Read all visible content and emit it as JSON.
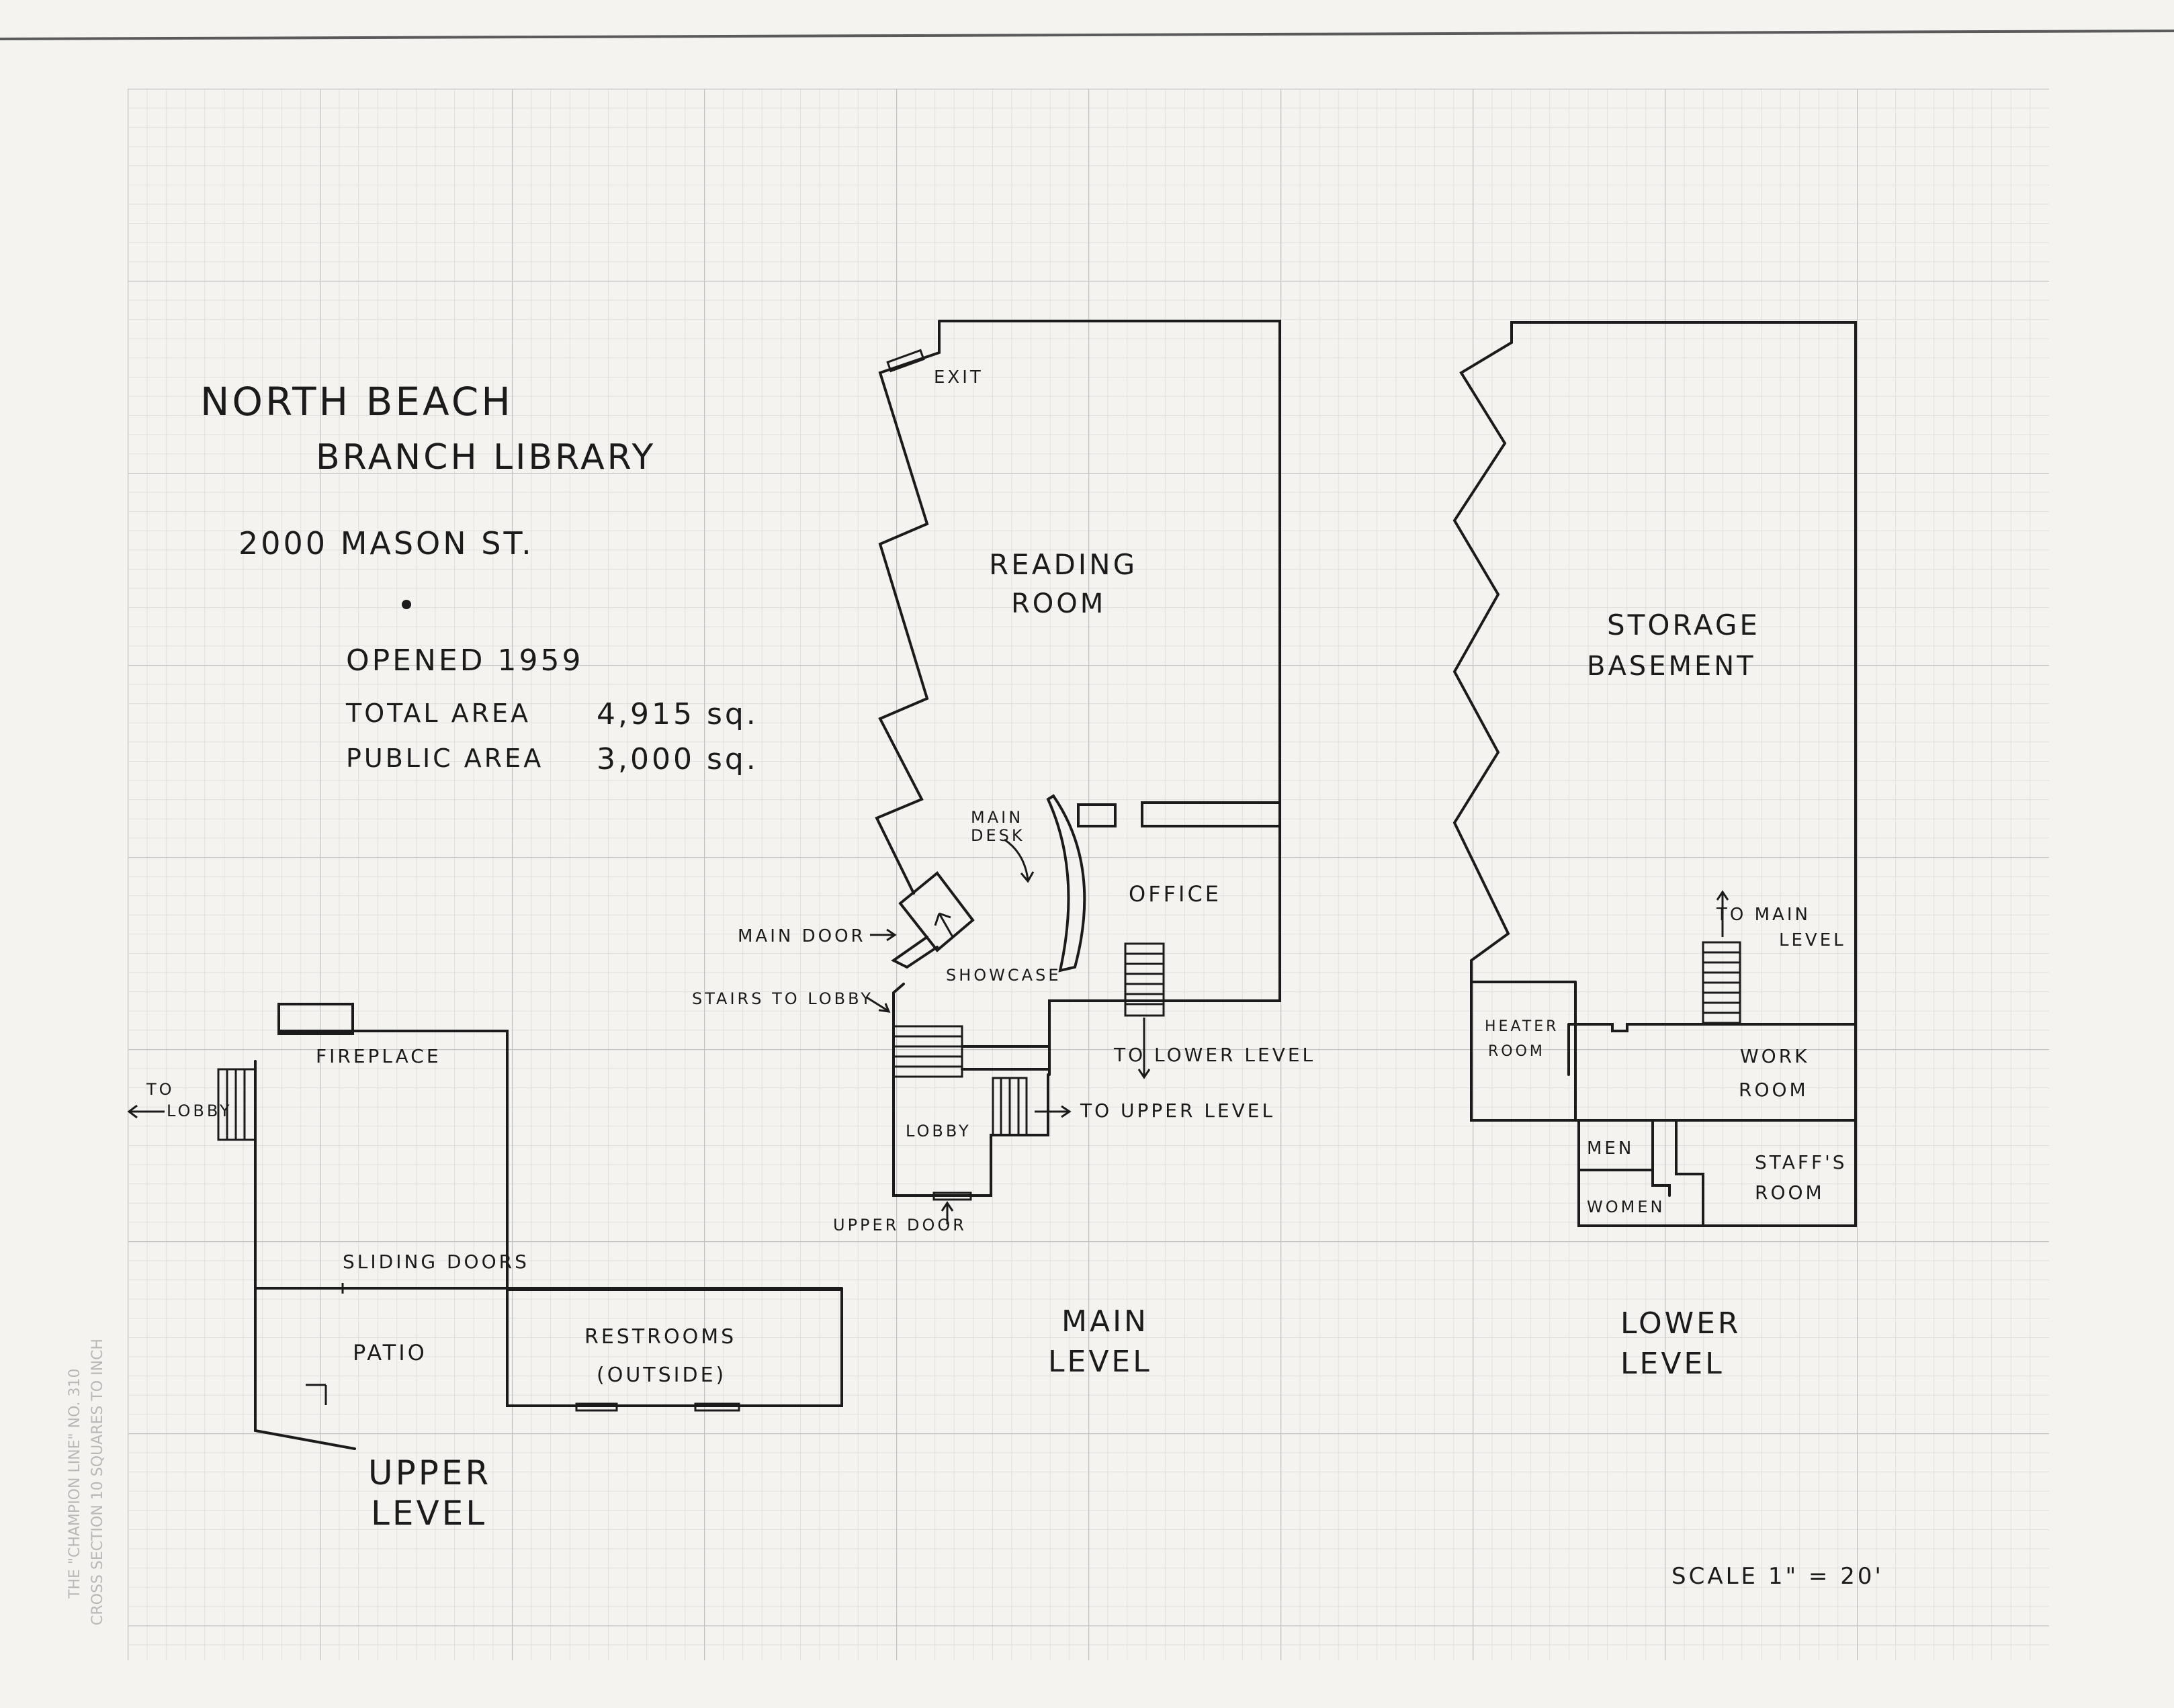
{
  "title": {
    "line1": "NORTH BEACH",
    "line2": "BRANCH LIBRARY",
    "address": "2000 MASON ST."
  },
  "info": {
    "opened": "OPENED 1959",
    "total_area_label": "TOTAL AREA",
    "total_area_value": "4,915 sq.",
    "public_area_label": "PUBLIC AREA",
    "public_area_value": "3,000 sq."
  },
  "upper_level": {
    "caption_line1": "UPPER",
    "caption_line2": "LEVEL",
    "labels": {
      "to_lobby_1": "TO",
      "to_lobby_2": "LOBBY",
      "fireplace": "FIREPLACE",
      "sliding_doors": "SLIDING DOORS",
      "patio": "PATIO",
      "restrooms_1": "RESTROOMS",
      "restrooms_2": "(OUTSIDE)"
    }
  },
  "main_level": {
    "caption_line1": "MAIN",
    "caption_line2": "LEVEL",
    "labels": {
      "exit": "EXIT",
      "reading_1": "READING",
      "reading_2": "ROOM",
      "main_desk_1": "MAIN",
      "main_desk_2": "DESK",
      "office": "OFFICE",
      "main_door": "MAIN DOOR",
      "showcase": "SHOWCASE",
      "stairs_to_lobby": "STAIRS TO LOBBY",
      "to_lower_level": "TO LOWER LEVEL",
      "lobby": "LOBBY",
      "to_upper_level": "TO UPPER LEVEL",
      "upper_door": "UPPER DOOR"
    }
  },
  "lower_level": {
    "caption_line1": "LOWER",
    "caption_line2": "LEVEL",
    "labels": {
      "storage_1": "STORAGE",
      "storage_2": "BASEMENT",
      "to_main_1": "TO MAIN",
      "to_main_2": "LEVEL",
      "heater_1": "HEATER",
      "heater_2": "ROOM",
      "work_1": "WORK",
      "work_2": "ROOM",
      "men": "MEN",
      "women": "WOMEN",
      "staff_1": "STAFF'S",
      "staff_2": "ROOM"
    }
  },
  "scale": "SCALE 1\" = 20'",
  "paper_imprint": {
    "line1": "THE \"CHAMPION LINE\" NO. 310",
    "line2": "CROSS SECTION 10 SQUARES TO INCH"
  },
  "colors": {
    "paper": "#f4f3ef",
    "grid_minor": "#d9d9d9",
    "grid_major": "#c4c4c4",
    "ink": "#1b1b1b"
  }
}
